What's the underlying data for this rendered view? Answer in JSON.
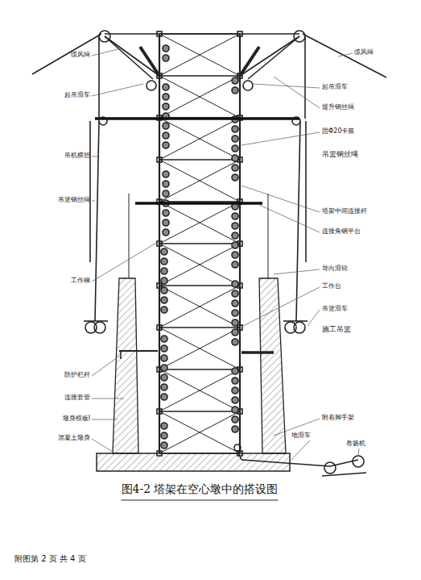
{
  "diagram": {
    "caption": "图4-2  塔架在空心墩中的搭设图",
    "labels": [
      "缆风绳",
      "起吊滑车",
      "吊机横担",
      "吊篮钢丝绳",
      "工作梯",
      "防护栏杆",
      "连接套管",
      "墩身模板Ⅰ",
      "混凝土墩身",
      "缆风绳",
      "起吊滑车",
      "提升钢丝绳",
      "固Φ20卡箍",
      "吊篮钢丝绳",
      "塔架中间连接杆",
      "连接角钢平台",
      "导向滑轮",
      "工作台",
      "吊篮滑车",
      "施工吊篮",
      "附着脚手架",
      "地滑车",
      "卷扬机",
      "附图第 2 页 共 4 页"
    ]
  }
}
